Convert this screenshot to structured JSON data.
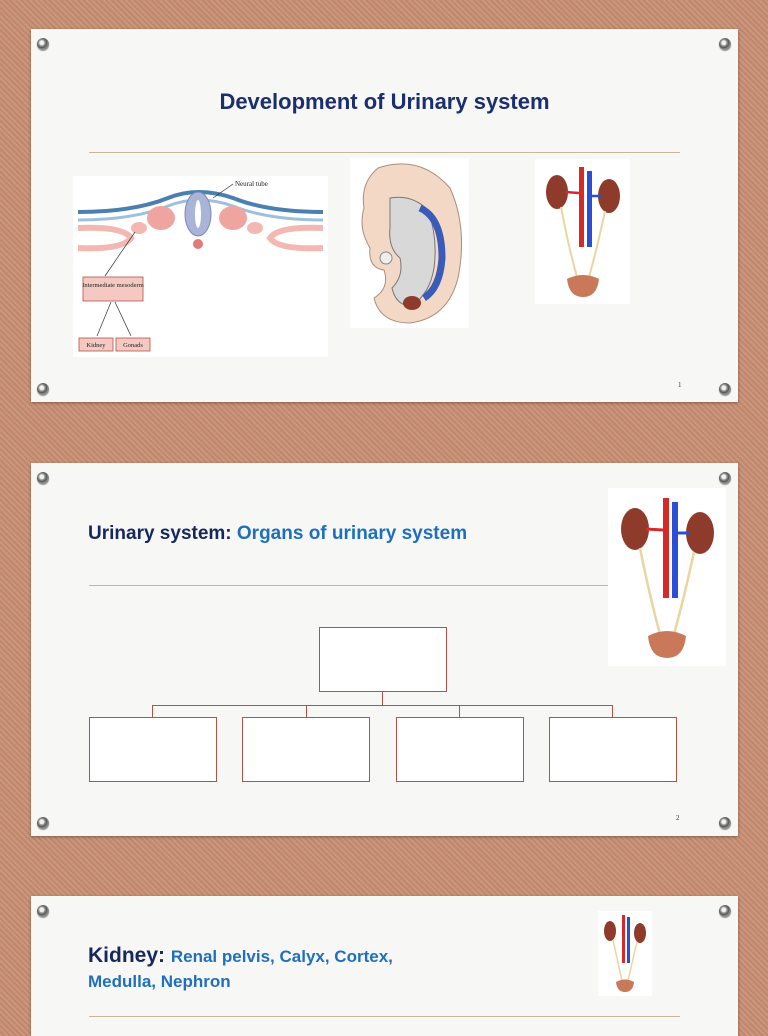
{
  "slides": [
    {
      "title": "Development of Urinary system",
      "page_number": "1",
      "figure_embryo_section": {
        "label_neural_tube": "Neural tube",
        "box_intermediate": "Intermediate mesoderm",
        "box_kidney": "Kidney",
        "box_gonads": "Gonads"
      }
    },
    {
      "title_prefix": "Urinary system: ",
      "title_highlight": "Organs of urinary system",
      "page_number": "2"
    },
    {
      "title_prefix": "Kidney: ",
      "title_line1": "Renal pelvis, Calyx, Cortex,",
      "title_line2": "Medulla, Nephron"
    }
  ],
  "colors": {
    "background": "#c98f74",
    "title_navy": "#1b2f6e",
    "title_blue": "#1f6fbf",
    "box_border": "#b4524a"
  }
}
